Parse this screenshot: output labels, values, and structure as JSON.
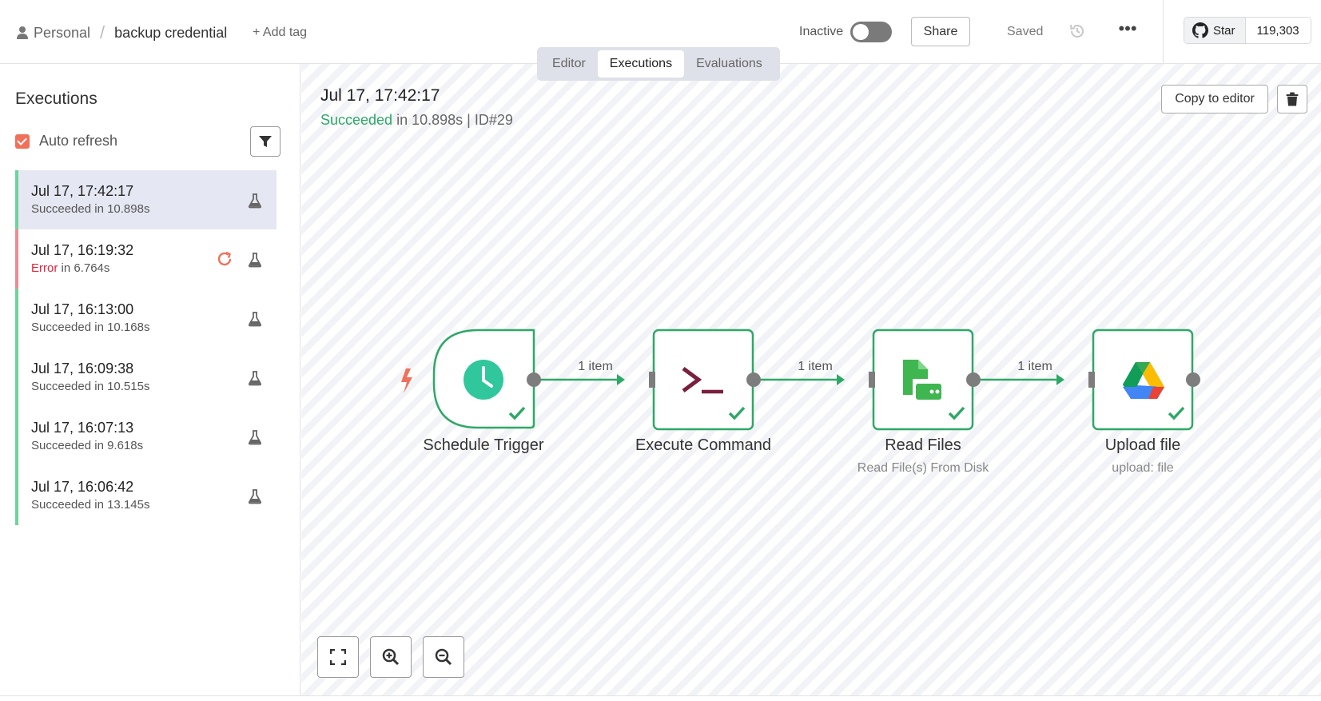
{
  "header": {
    "project": "Personal",
    "workflow_name": "backup credential",
    "add_tag": "+ Add tag",
    "status_label": "Inactive",
    "share_label": "Share",
    "saved_label": "Saved",
    "github_star_label": "Star",
    "github_star_count": "119,303"
  },
  "tabs": [
    {
      "label": "Editor",
      "active": false
    },
    {
      "label": "Executions",
      "active": true
    },
    {
      "label": "Evaluations",
      "active": false
    }
  ],
  "sidebar": {
    "title": "Executions",
    "auto_refresh_label": "Auto refresh",
    "auto_refresh_checked": true,
    "executions": [
      {
        "time": "Jul 17, 17:42:17",
        "status": "Succeeded",
        "duration": " in 10.898s",
        "selected": true
      },
      {
        "time": "Jul 17, 16:19:32",
        "status": "Error",
        "duration": " in 6.764s",
        "selected": false
      },
      {
        "time": "Jul 17, 16:13:00",
        "status": "Succeeded",
        "duration": " in 10.168s",
        "selected": false
      },
      {
        "time": "Jul 17, 16:09:38",
        "status": "Succeeded",
        "duration": " in 10.515s",
        "selected": false
      },
      {
        "time": "Jul 17, 16:07:13",
        "status": "Succeeded",
        "duration": " in 9.618s",
        "selected": false
      },
      {
        "time": "Jul 17, 16:06:42",
        "status": "Succeeded",
        "duration": " in 13.145s",
        "selected": false
      }
    ]
  },
  "execution_detail": {
    "time": "Jul 17, 17:42:17",
    "status": "Succeeded",
    "rest": " in 10.898s | ID#29",
    "copy_label": "Copy to editor"
  },
  "workflow": {
    "nodes": [
      {
        "name": "Schedule Trigger",
        "subtitle": "",
        "icon": "clock-icon"
      },
      {
        "name": "Execute Command",
        "subtitle": "",
        "icon": "terminal-icon"
      },
      {
        "name": "Read Files",
        "subtitle": "Read File(s) From Disk",
        "icon": "file-disk-icon"
      },
      {
        "name": "Upload file",
        "subtitle": "upload: file",
        "icon": "google-drive-icon"
      }
    ],
    "connections": [
      "1 item",
      "1 item",
      "1 item"
    ]
  },
  "colors": {
    "success": "#2ea867",
    "error": "#e0233a",
    "accent": "#f0705a",
    "node_border": "#2ea867"
  }
}
